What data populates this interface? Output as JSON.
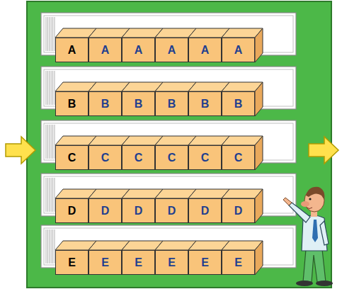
{
  "diagram": {
    "nodes": [
      {
        "text": [
          "A"
        ]
      },
      {
        "text": [
          "A"
        ]
      },
      {
        "text": [
          "A"
        ]
      },
      {
        "text": [
          "A"
        ]
      },
      {
        "text": [
          "A"
        ]
      },
      {
        "text": [
          "A"
        ]
      },
      {
        "text": [
          "B"
        ]
      },
      {
        "text": [
          "B"
        ]
      },
      {
        "text": [
          "B"
        ]
      },
      {
        "text": [
          "B"
        ]
      },
      {
        "text": [
          "B"
        ]
      },
      {
        "text": [
          "B"
        ]
      },
      {
        "text": [
          "C"
        ]
      },
      {
        "text": [
          "C"
        ]
      },
      {
        "text": [
          "C"
        ]
      },
      {
        "text": [
          "C"
        ]
      },
      {
        "text": [
          "C"
        ]
      },
      {
        "text": [
          "C"
        ]
      },
      {
        "text": [
          "D"
        ]
      },
      {
        "text": [
          "D"
        ]
      },
      {
        "text": [
          "D"
        ]
      },
      {
        "text": [
          "D"
        ]
      },
      {
        "text": [
          "D"
        ]
      },
      {
        "text": [
          "D"
        ]
      },
      {
        "text": [
          "E"
        ]
      },
      {
        "text": [
          "E"
        ]
      },
      {
        "text": [
          "E"
        ]
      },
      {
        "text": [
          "E"
        ]
      },
      {
        "text": [
          "E"
        ]
      },
      {
        "text": [
          "E"
        ]
      }
    ]
  }
}
